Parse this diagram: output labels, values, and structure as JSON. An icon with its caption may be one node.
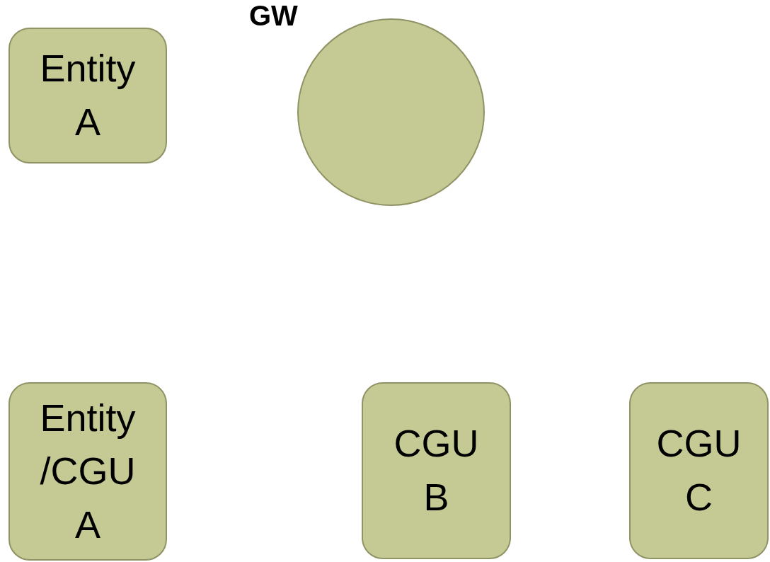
{
  "diagram": {
    "nodes": [
      {
        "text": [
          "Entity A"
        ]
      },
      {
        "text": [
          "GW"
        ]
      },
      {
        "text": [
          "Entity /CGU A"
        ]
      },
      {
        "text": [
          "CGU B"
        ]
      },
      {
        "text": [
          "CGU C"
        ]
      }
    ]
  }
}
